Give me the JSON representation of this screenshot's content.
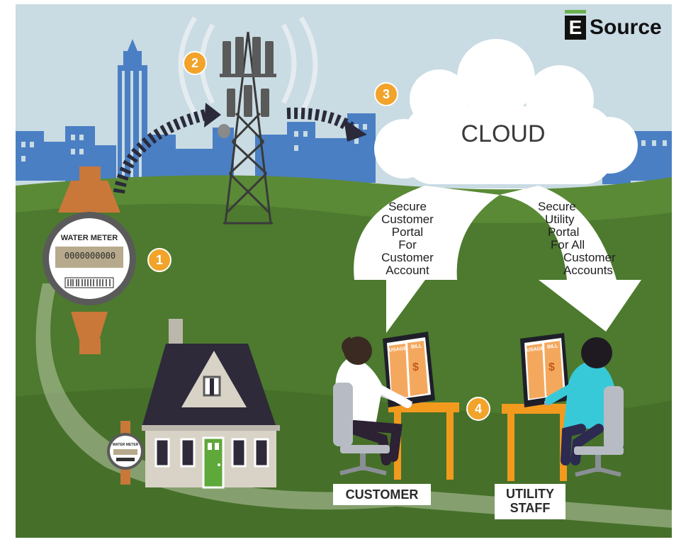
{
  "brand": {
    "mark": "E",
    "name": "Source"
  },
  "meter": {
    "title": "WATER METER",
    "reading": "0000000000"
  },
  "small_meter": {
    "title": "WATER METER"
  },
  "cloud": {
    "label": "CLOUD"
  },
  "steps": [
    "1",
    "2",
    "3",
    "4"
  ],
  "customer_arrow": {
    "lines": [
      "Secure",
      "Customer",
      "Portal",
      "For",
      "Customer",
      "Account"
    ]
  },
  "utility_arrow": {
    "lines": [
      "Secure",
      "Utility",
      "Portal",
      "For All",
      "Customer",
      "Accounts"
    ]
  },
  "screen": {
    "usage": "USAGE",
    "bill": "BILL",
    "currency": "$"
  },
  "captions": {
    "customer": "CUSTOMER",
    "utility_line1": "UTILITY",
    "utility_line2": "STAFF"
  },
  "colors": {
    "sky": "#c9dbe3",
    "city": "#4a7fc4",
    "grass": "#4d7a2e",
    "orange": "#f2a32a",
    "meter": "#c9783a",
    "desk": "#f29a1e"
  }
}
